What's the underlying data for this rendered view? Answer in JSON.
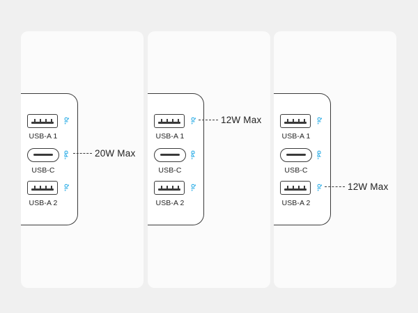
{
  "colors": {
    "accent": "#1aa6e4",
    "outline": "#3a3a3a",
    "panel": "#fbfbfb",
    "background": "#f0f0f0"
  },
  "panels": [
    {
      "ports": [
        {
          "type": "usb-a",
          "label": "USB-A 1",
          "badge": "⁺IQ"
        },
        {
          "type": "usb-c",
          "label": "USB-C",
          "badge": "⁺PD"
        },
        {
          "type": "usb-a",
          "label": "USB-A 2",
          "badge": "⁺IQ"
        }
      ],
      "callout": {
        "text": "20W Max"
      }
    },
    {
      "ports": [
        {
          "type": "usb-a",
          "label": "USB-A 1",
          "badge": "⁺IQ"
        },
        {
          "type": "usb-c",
          "label": "USB-C",
          "badge": "⁺PD"
        },
        {
          "type": "usb-a",
          "label": "USB-A 2",
          "badge": "⁺IQ"
        }
      ],
      "callout": {
        "text": "12W Max"
      }
    },
    {
      "ports": [
        {
          "type": "usb-a",
          "label": "USB-A 1",
          "badge": "⁺IQ"
        },
        {
          "type": "usb-c",
          "label": "USB-C",
          "badge": "⁺PD"
        },
        {
          "type": "usb-a",
          "label": "USB-A 2",
          "badge": "⁺IQ"
        }
      ],
      "callout": {
        "text": "12W Max"
      }
    }
  ]
}
